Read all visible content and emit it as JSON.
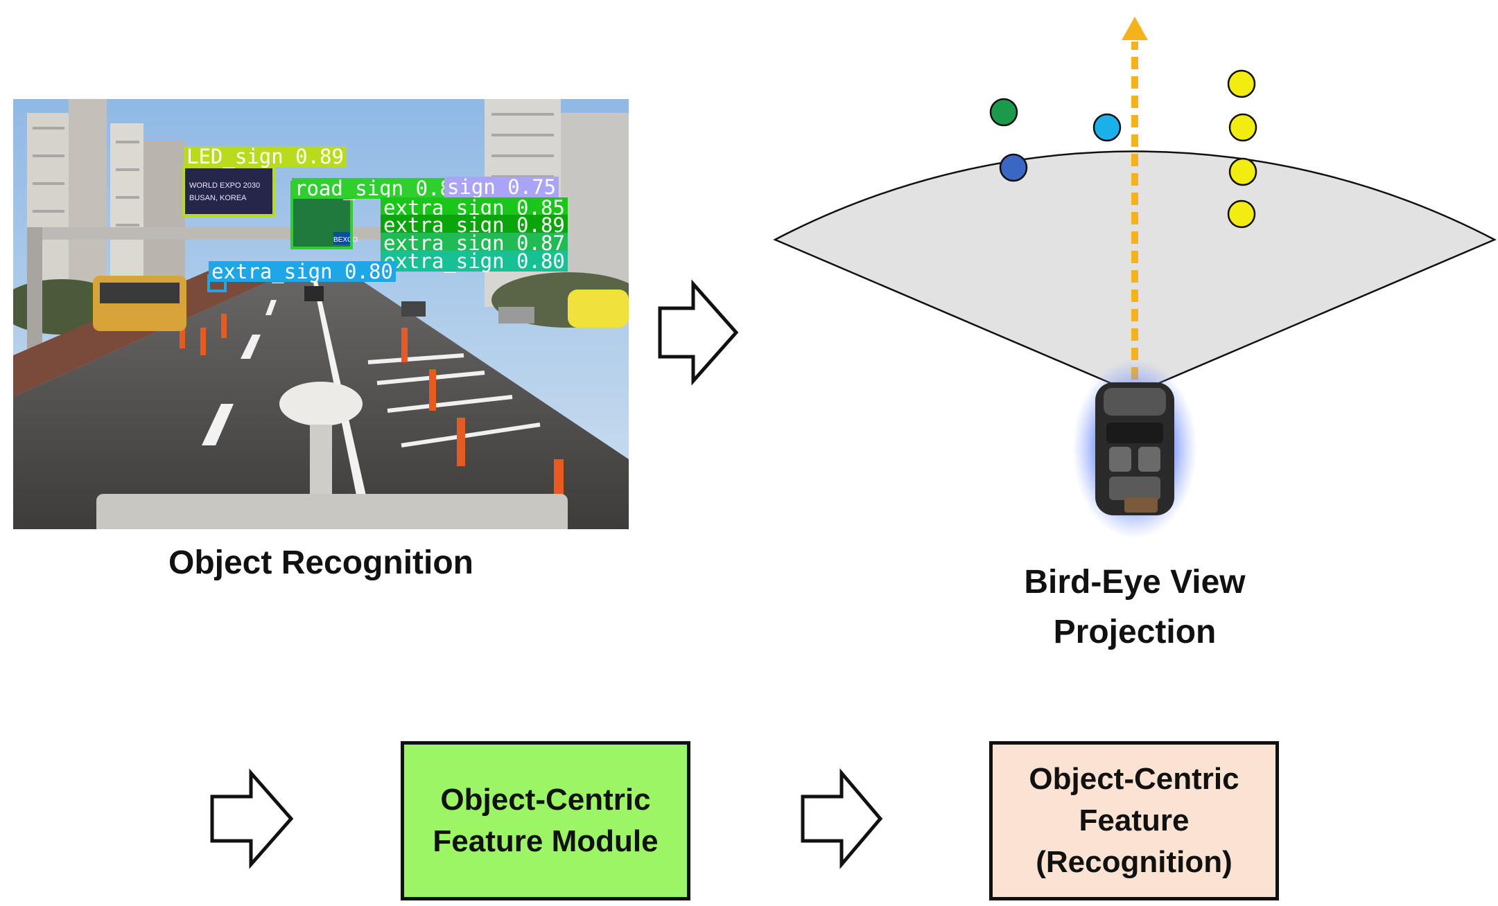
{
  "panels": {
    "recognition": {
      "caption": "Object Recognition",
      "detections": [
        {
          "label": "LED_sign 0.89",
          "color": "#b8dc1c"
        },
        {
          "label": "road_sign 0.88",
          "color": "#2fcf2f"
        },
        {
          "label": "sign 0.75",
          "color": "#a9a4f5"
        },
        {
          "label": "extra_sign 0.85",
          "color": "#19c619"
        },
        {
          "label": "extra_sign 0.89",
          "color": "#0aa50a"
        },
        {
          "label": "extra_sign 0.87",
          "color": "#20bb55"
        },
        {
          "label": "extra_sign 0.80",
          "color": "#18c096"
        },
        {
          "label": "extra_sign 0.80",
          "color": "#1fa6e8"
        }
      ],
      "sign_text": {
        "led_line1": "WORLD EXPO 2030",
        "led_line2": "BUSAN, KOREA",
        "road_sign": "BEXCO"
      }
    },
    "bev": {
      "caption_line1": "Bird-Eye View",
      "caption_line2": "Projection",
      "object_colors": {
        "green": "#1a9a4a",
        "blue": "#3a66c4",
        "cyan": "#1ab0ea",
        "yellow": "#f2ec10"
      },
      "heading_arrow_color": "#f6b21a"
    }
  },
  "pipeline": {
    "module_line1": "Object-Centric",
    "module_line2": "Feature Module",
    "module_color": "#9cf564",
    "output_line1": "Object-Centric",
    "output_line2": "Feature",
    "output_line3": "(Recognition)",
    "output_color": "#fbe3d3"
  }
}
